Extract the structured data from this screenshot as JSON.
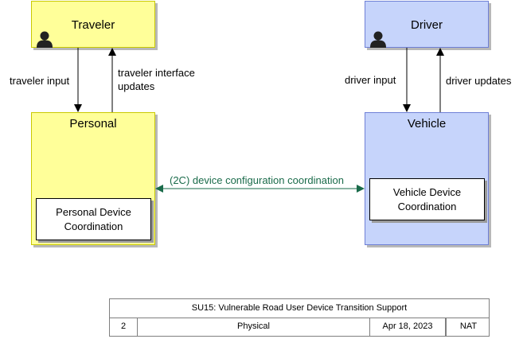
{
  "colors": {
    "terminator_yellow": "#ffff99",
    "vehicle_blue": "#c6d4fb",
    "config_flow_green": "#1a6b4a"
  },
  "terminators": {
    "traveler": {
      "label": "Traveler",
      "icon": "person-icon"
    },
    "driver": {
      "label": "Driver",
      "icon": "person-icon"
    }
  },
  "objects": {
    "personal": {
      "label": "Personal",
      "element": "Personal Device Coordination"
    },
    "vehicle": {
      "label": "Vehicle",
      "element": "Vehicle Device Coordination"
    }
  },
  "flows": {
    "traveler_input": "traveler input",
    "traveler_interface_updates": "traveler interface updates",
    "driver_input": "driver input",
    "driver_updates": "driver updates",
    "device_configuration_coordination": "(2C) device configuration coordination"
  },
  "footer": {
    "title": "SU15: Vulnerable Road User Device Transition Support",
    "number": "2",
    "view": "Physical",
    "date": "Apr 18, 2023",
    "owner": "NAT"
  }
}
